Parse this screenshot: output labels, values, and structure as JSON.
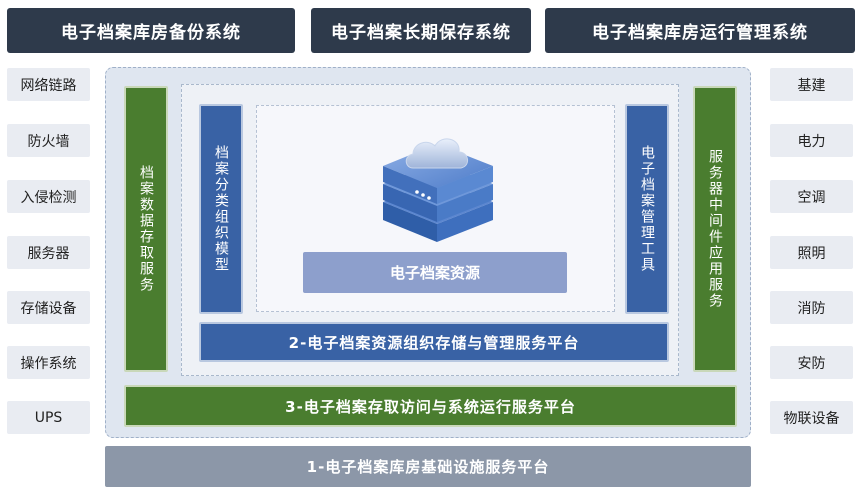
{
  "top_systems": [
    "电子档案库房备份系统",
    "电子档案长期保存系统",
    "电子档案库房运行管理系统"
  ],
  "left_items": [
    "网络链路",
    "防火墙",
    "入侵检测",
    "服务器",
    "存储设备",
    "操作系统",
    "UPS"
  ],
  "right_items": [
    "基建",
    "电力",
    "空调",
    "照明",
    "消防",
    "安防",
    "物联设备"
  ],
  "left_green": "档案数据存取服务",
  "right_green": "服务器中间件应用服务",
  "left_blue": "档案分类组织模型",
  "right_blue": "电子档案管理工具",
  "resource_label": "电子档案资源",
  "platform_2": "2-电子档案资源组织存储与管理服务平台",
  "platform_3": "3-电子档案存取访问与系统运行服务平台",
  "platform_1": "1-电子档案库房基础设施服务平台"
}
